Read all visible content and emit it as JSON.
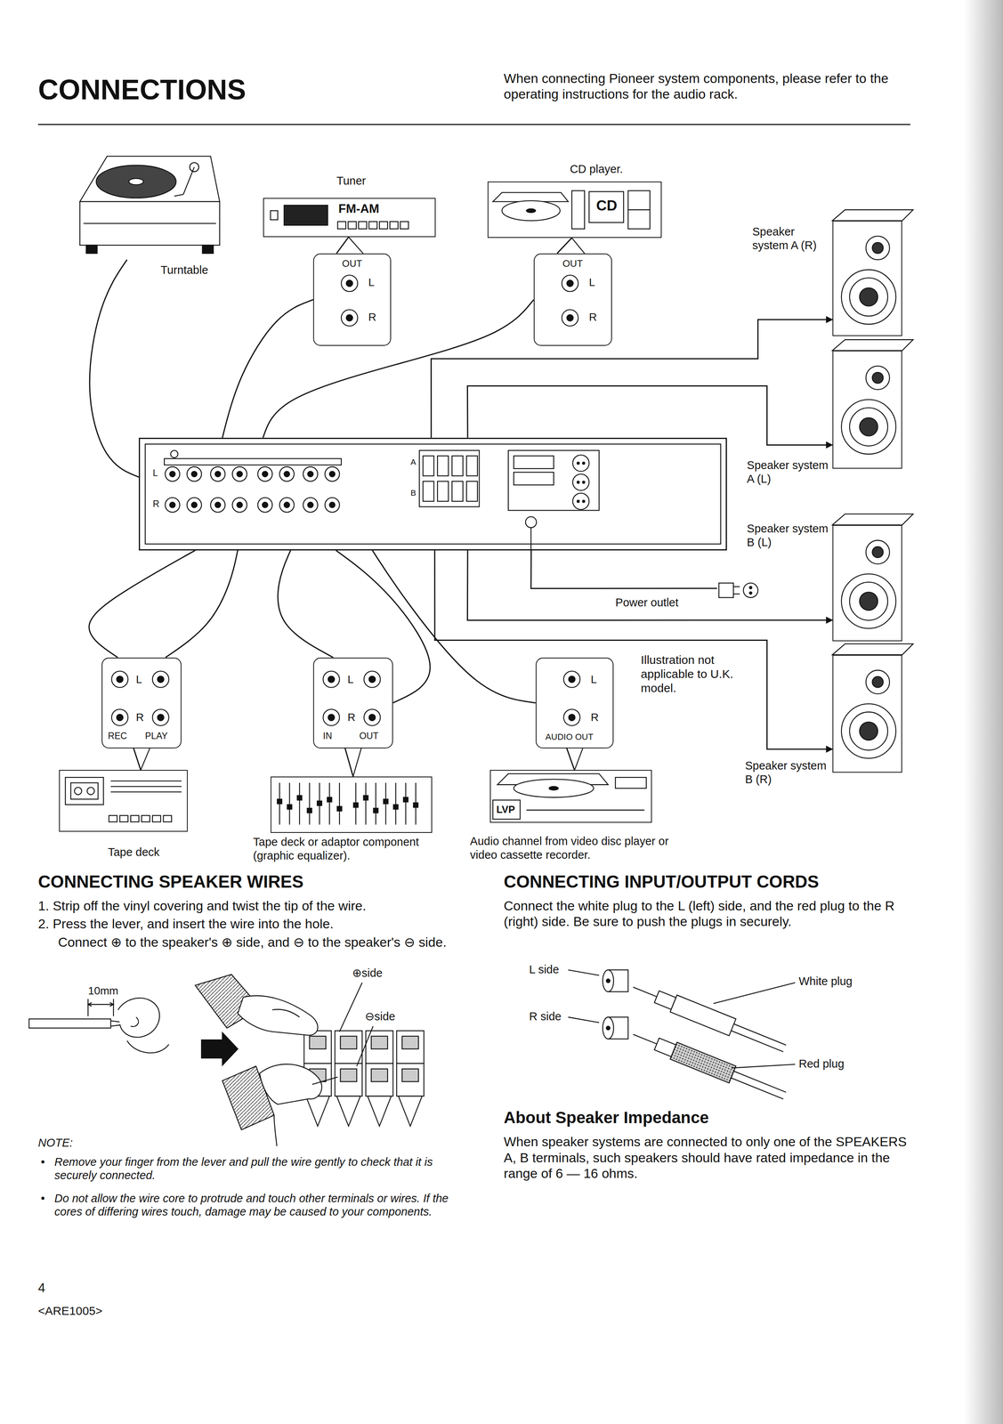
{
  "diagram": {
    "title": "CONNECTIONS",
    "nodes": [
      {
        "text": [
          "Turntable"
        ]
      },
      {
        "text": [
          "Tuner",
          "FM-AM"
        ]
      },
      {
        "text": [
          "OUT",
          "L",
          "R"
        ]
      },
      {
        "text": [
          "CD player.",
          "CD"
        ]
      },
      {
        "text": [
          "OUT",
          "L",
          "R"
        ]
      },
      {
        "text": [
          "Speaker system A (R)"
        ]
      },
      {
        "text": [
          "L",
          "R",
          "A",
          "B"
        ]
      },
      {
        "text": [
          "Speaker system A (L)"
        ]
      },
      {
        "text": [
          "Speaker system B (L)"
        ]
      },
      {
        "text": [
          "Power outlet"
        ]
      },
      {
        "text": [
          "L",
          "R",
          "REC",
          "PLAY"
        ]
      },
      {
        "text": [
          "Tape deck"
        ]
      },
      {
        "text": [
          "L",
          "R",
          "IN",
          "OUT"
        ]
      },
      {
        "text": [
          "Tape deck or adaptor component (graphic equalizer)."
        ]
      },
      {
        "text": [
          "L",
          "R",
          "AUDIO OUT"
        ]
      },
      {
        "text": [
          "LVP",
          "Audio channel from video disc player or video cassette recorder."
        ]
      },
      {
        "text": [
          "Speaker system B (R)"
        ]
      }
    ],
    "edges": [
      {
        "from": 0,
        "to": 6,
        "arrow": "none"
      },
      {
        "from": 2,
        "to": 6,
        "arrow": "none"
      },
      {
        "from": 4,
        "to": 6,
        "arrow": "none"
      },
      {
        "from": 6,
        "to": 5,
        "arrow": "to"
      },
      {
        "from": 6,
        "to": 7,
        "arrow": "to"
      },
      {
        "from": 6,
        "to": 8,
        "arrow": "to"
      },
      {
        "from": 6,
        "to": 16,
        "arrow": "to"
      },
      {
        "from": 6,
        "to": 9,
        "arrow": "none"
      },
      {
        "from": 10,
        "to": 6,
        "arrow": "none"
      },
      {
        "from": 10,
        "to": 6,
        "arrow": "none"
      },
      {
        "from": 12,
        "to": 6,
        "arrow": "none"
      },
      {
        "from": 12,
        "to": 6,
        "arrow": "none"
      },
      {
        "from": 14,
        "to": 6,
        "arrow": "none"
      },
      {
        "from": 1,
        "to": 2,
        "arrow": "none"
      },
      {
        "from": 3,
        "to": 4,
        "arrow": "none"
      },
      {
        "from": 11,
        "to": 10,
        "arrow": "none"
      },
      {
        "from": 13,
        "to": 12,
        "arrow": "none"
      },
      {
        "from": 15,
        "to": 14,
        "arrow": "none"
      }
    ],
    "labels": [
      "When connecting Pioneer system components, please refer to the operating instructions for the audio rack.",
      "Illustration not applicable to U.K. model.",
      "CONNECTING SPEAKER WIRES",
      "1. Strip off the vinyl covering and twist the tip of the wire.",
      "2. Press the lever, and insert the wire into the hole.",
      "Connect ⊕ to the speaker's ⊕ side, and ⊖ to the speaker's ⊖ side.",
      "10mm",
      "⊕side",
      "⊖side",
      "NOTE:",
      "•",
      "Remove your finger from the lever and pull the wire gently to check that it is securely connected.",
      "•",
      "Do not allow the wire core to protrude and touch other terminals or wires. If the cores of differing wires touch, damage may be caused to your components.",
      "CONNECTING INPUT/OUTPUT CORDS",
      "Connect the white plug to the L (left) side, and the red plug to the R (right) side. Be sure to push the plugs in securely.",
      "L side",
      "White plug",
      "R side",
      "Red plug",
      "About Speaker Impedance",
      "When speaker systems are connected to only one of the SPEAKERS A, B terminals, such speakers should have rated impedance in the range of 6 — 16 ohms.",
      "4",
      "<ARE1005>"
    ]
  }
}
